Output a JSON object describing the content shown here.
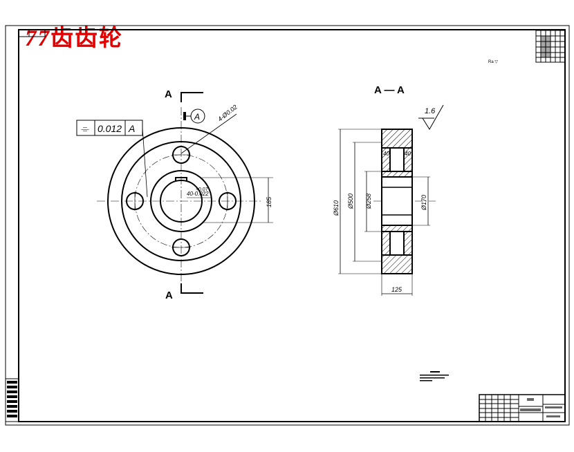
{
  "drawing": {
    "title_number": "77",
    "title_text": "齿齿轮",
    "section_label_left_top": "A",
    "section_label_left_bottom": "A",
    "section_view_title": "A — A",
    "datum": "A",
    "tolerance_frame": {
      "symbol": "⌯",
      "value": "0.012",
      "datum": "A"
    },
    "position_callout": "4-Ø0.02",
    "keyway_width": "40",
    "keyway_tolerance": "+0.07",
    "keyway_dim": "40-0.022",
    "hub_dim": "185",
    "surface_roughness": "1.6",
    "section_dims": {
      "outer_dia": "Ø610",
      "pitch_dia": "Ø500",
      "hub_dia": "Ø258",
      "bore_dia": "Ø170",
      "width": "125",
      "rim_upper_left": "40",
      "rim_upper_right": "40"
    }
  }
}
